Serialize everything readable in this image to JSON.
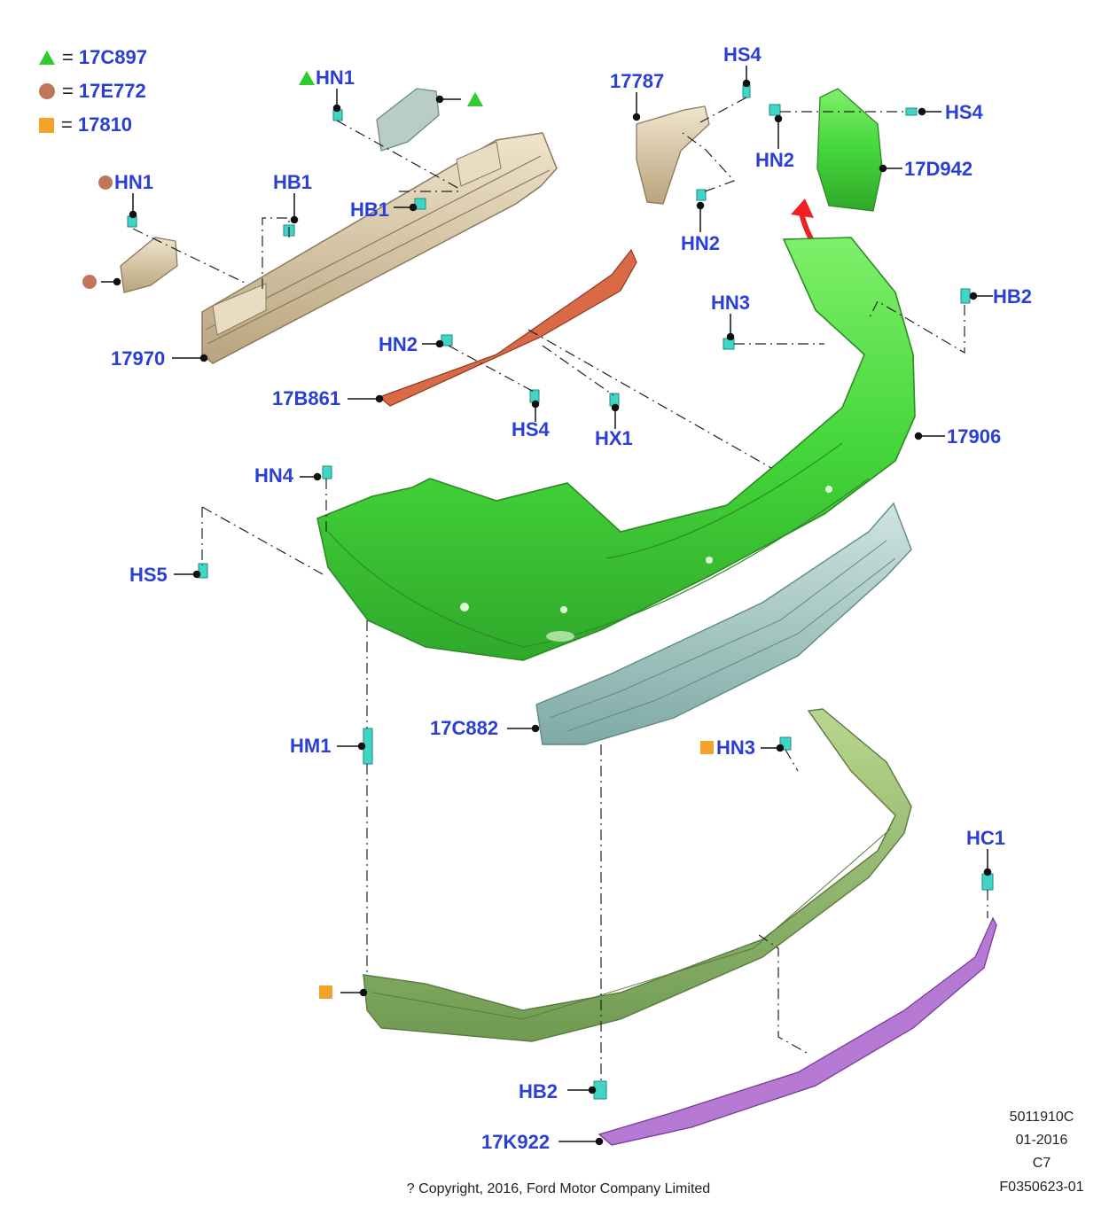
{
  "legend": [
    {
      "symbol": "triangle",
      "color": "#2ecc2e",
      "code": "17C897"
    },
    {
      "symbol": "circle",
      "color": "#c0765a",
      "code": "17E772"
    },
    {
      "symbol": "square",
      "color": "#f3a32a",
      "code": "17810"
    }
  ],
  "labels": {
    "hn1_top": "HN1",
    "hn1_left": "HN1",
    "hb1_a": "HB1",
    "hb1_b": "HB1",
    "p17970": "17970",
    "p17787": "17787",
    "hs4_top": "HS4",
    "hs4_right": "HS4",
    "hn2_right": "HN2",
    "p17d942": "17D942",
    "hn2_mid": "HN2",
    "hn3_top": "HN3",
    "hb2_top": "HB2",
    "hn2_left": "HN2",
    "p17b861": "17B861",
    "hs4_mid": "HS4",
    "hx1": "HX1",
    "p17906": "17906",
    "hn4": "HN4",
    "hs5": "HS5",
    "hm1": "HM1",
    "p17c882": "17C882",
    "hn3_low": "HN3",
    "hc1": "HC1",
    "hb2_low": "HB2",
    "p17k922": "17K922"
  },
  "colors": {
    "label_blue": "#2b3fd6",
    "bumper_green": "#44d63a",
    "reinforcement_tan": "#d9c9a8",
    "bracket_orange": "#d96a45",
    "absorber_teal": "#9fc4c0",
    "valance_olive": "#8fb26a",
    "trim_purple": "#b77ad4",
    "clip_cyan": "#3fd6c6",
    "arrow_red": "#ee2222"
  },
  "footer": {
    "copyright": "? Copyright, 2016, Ford Motor Company Limited",
    "code": "5011910C",
    "date": "01-2016",
    "revision": "C7",
    "figure_id": "F0350623-01"
  }
}
